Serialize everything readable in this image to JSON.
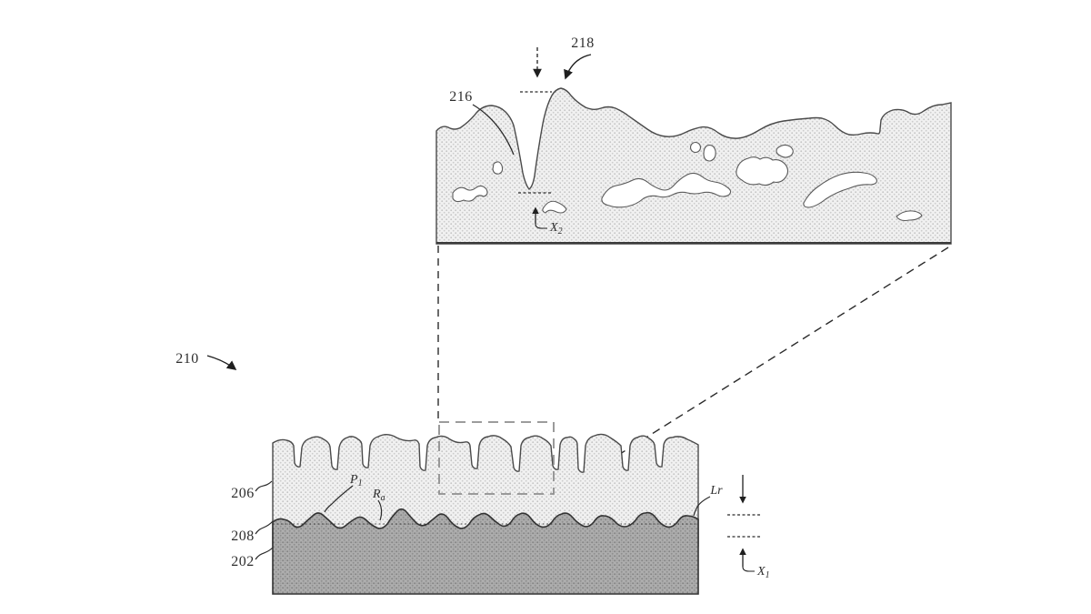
{
  "figure": {
    "reference_numerals": {
      "assembly": "210",
      "void": "216",
      "surface": "218",
      "layer": "206",
      "interface": "208",
      "substrate": "202"
    },
    "dimension_labels": {
      "x2_base": "X",
      "x2_sub": "2",
      "x1_base": "X",
      "x1_sub": "1",
      "p_base": "P",
      "p_sub": "1",
      "r_base": "R",
      "r_sub": "a",
      "lr": "Lr"
    },
    "colors": {
      "background": "#ffffff",
      "layer_fill": "#f1f1f1",
      "layer_dot": "#c3c3c3",
      "substrate_fill": "#aeaeae",
      "substrate_dot": "#858585",
      "outline": "#4a4a4a",
      "interface_line": "#333333",
      "connector": "#2a2a2a",
      "zoom_box": "#8f8f8f"
    }
  }
}
